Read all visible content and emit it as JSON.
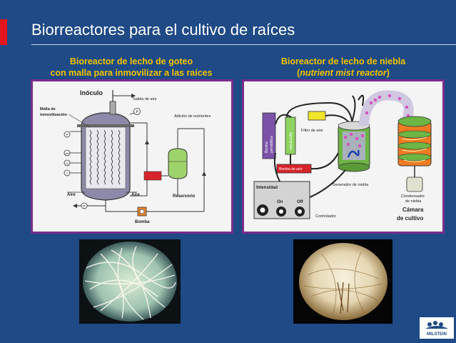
{
  "slide": {
    "title": "Biorreactores para el cultivo de raíces",
    "left_caption_line1": "Bioreactor de lecho de goteo",
    "left_caption_line2": "con malla para inmovilizar a las raíces",
    "right_caption_line1": "Bioreactor de lecho de  niebla",
    "right_caption_line2_open": "(",
    "right_caption_line2_italic": "nutrient mist reactor",
    "right_caption_line2_close": ")"
  },
  "left_diagram": {
    "inoculo": "Inóculo",
    "salida_aire": "Salida de aire",
    "malla_line1": "Malla de",
    "malla_line2": "inmovilización",
    "adicion": "Adición de nutrientes",
    "aire_left": "Aire",
    "aire_mid": "Aire",
    "reservorio": "Reservorio",
    "bomba": "Bomba",
    "gauge_p": "P",
    "gauge_ph": "pH",
    "gauge_o2": "O₂",
    "gauge_t": "T"
  },
  "right_diagram": {
    "bomba_peristaltica_line1": "Bomba",
    "bomba_peristaltica_line2": "peristáltica",
    "nebulizador": "nebulizador",
    "filtro_aire": "Filtro de aire",
    "bomba_aire": "Bomba de aire",
    "intensidad": "Intensidad",
    "on": "On",
    "off": "Off",
    "generador": "Generador de niebla",
    "controlador": "Controlador",
    "condensador_line1": "Condensador",
    "condensador_line2": "de niebla",
    "camara_line1": "Cámara",
    "camara_line2": "de cultivo"
  },
  "logo": {
    "text": "MILSTEIN"
  },
  "colors": {
    "background": "#1f4a86",
    "caption": "#f2c300",
    "panel_border": "#7a2d8c",
    "accent_red": "#e0161c"
  }
}
